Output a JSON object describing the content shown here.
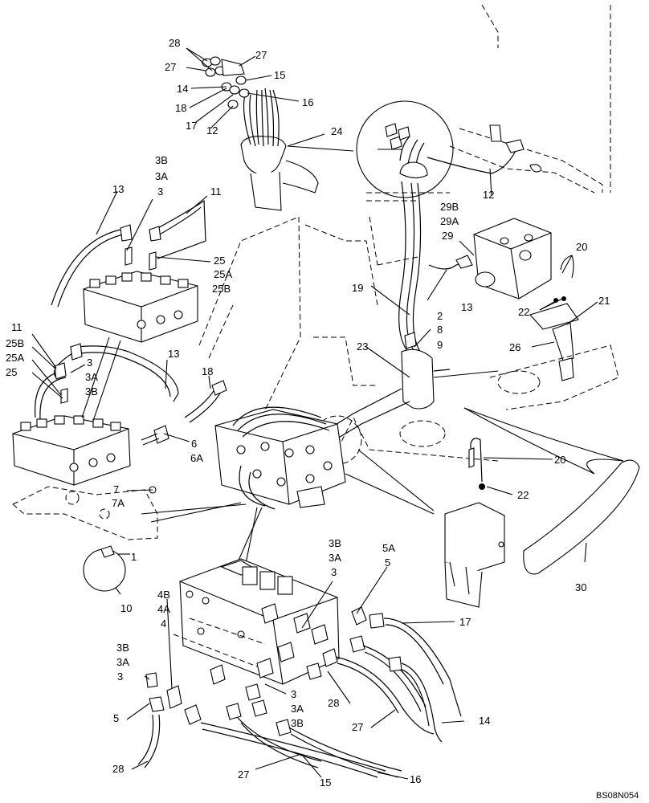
{
  "drawing": {
    "ref_code": "BS08N054",
    "callouts": {
      "c28a": "28",
      "c27a": "27",
      "c27b": "27",
      "c15a": "15",
      "c14a": "14",
      "c18a": "18",
      "c16a": "16",
      "c17a": "17",
      "c12a": "12",
      "c24": "24",
      "c12b": "12",
      "c13a": "13",
      "c3Ba": "3B",
      "c3Aa": "3A",
      "c3a": "3",
      "c11a": "11",
      "c25a": "25",
      "c25Aa": "25A",
      "c25Ba": "25B",
      "c29B": "29B",
      "c29A": "29A",
      "c29": "29",
      "c20a": "20",
      "c19": "19",
      "c13b": "13",
      "c22a": "22",
      "c21": "21",
      "c2": "2",
      "c8": "8",
      "c9": "9",
      "c26": "26",
      "c23": "23",
      "c11b": "11",
      "c25Bb": "25B",
      "c25Ab": "25A",
      "c25b": "25",
      "c13c": "13",
      "c3b": "3",
      "c3Ab": "3A",
      "c3Bb": "3B",
      "c18b": "18",
      "c6": "6",
      "c6A": "6A",
      "c20b": "20",
      "c22b": "22",
      "c7": "7",
      "c7A": "7A",
      "c1": "1",
      "c10": "10",
      "c30": "30",
      "c3Bc": "3B",
      "c3Ac": "3A",
      "c3c": "3",
      "c5A": "5A",
      "c5a": "5",
      "c4B": "4B",
      "c4A": "4A",
      "c4": "4",
      "c17b": "17",
      "c3Bd": "3B",
      "c3Ad": "3A",
      "c3d": "3",
      "c5b": "5",
      "c3e": "3",
      "c3Ae": "3A",
      "c3Be": "3B",
      "c28b": "28",
      "c28c": "28",
      "c27c": "27",
      "c14b": "14",
      "c27d": "27",
      "c15b": "15",
      "c16b": "16"
    }
  }
}
